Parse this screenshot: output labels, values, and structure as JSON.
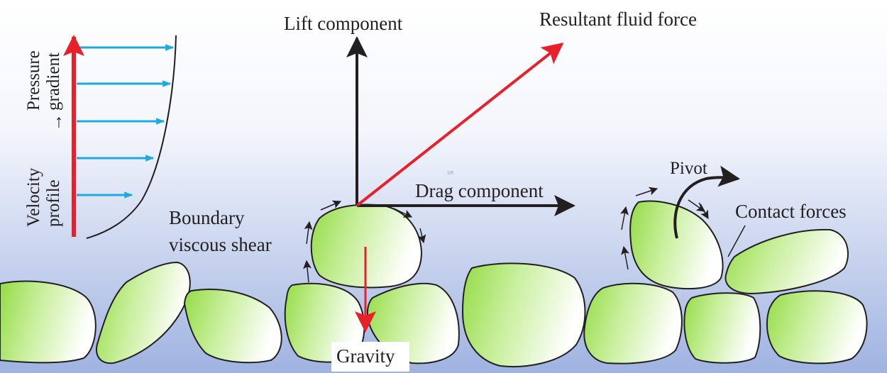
{
  "labels": {
    "lift": "Lift component",
    "resultant": "Resultant fluid force",
    "drag": "Drag component",
    "pressure_line1": "Pressure",
    "pressure_line2": "gradient",
    "velocity_line1": "Velocity",
    "velocity_line2": "profile",
    "flow_arrow": "→",
    "boundary_line1": "Boundary",
    "boundary_line2": "viscous shear",
    "pivot": "Pivot",
    "contact": "Contact forces",
    "gravity": "Gravity",
    "watermark": "SR"
  },
  "colors": {
    "resultant_arrow": "#e8202a",
    "velocity_arrows": "#1fa9e1",
    "axis_arrows": "#231f20",
    "grain_fill": "#9be34e",
    "background_bottom": "#9fb3e1"
  }
}
